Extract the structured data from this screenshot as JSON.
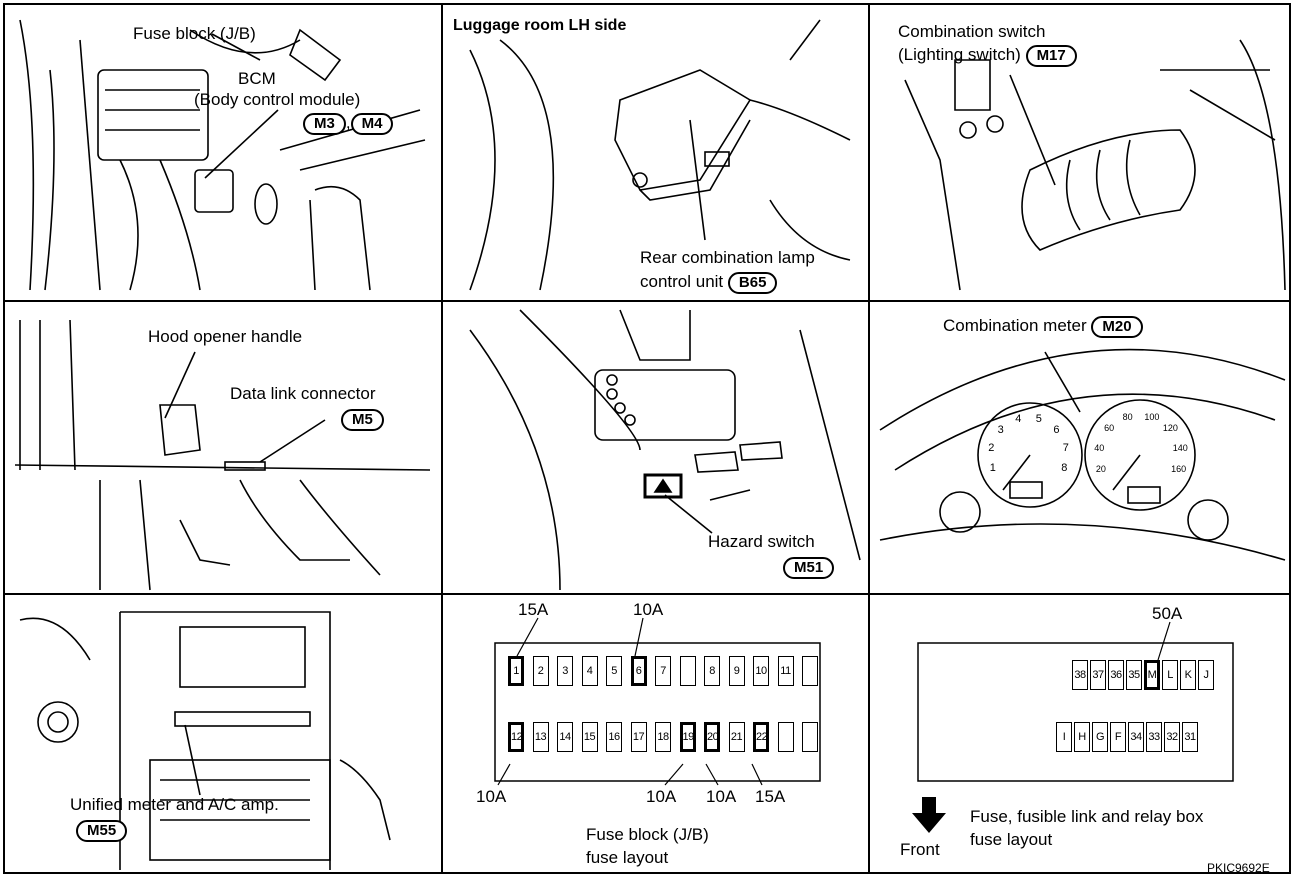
{
  "panels": {
    "fuse_block_bcm": {
      "label_fuse_block": "Fuse block (J/B)",
      "label_bcm": "BCM",
      "label_bcm_full": "(Body control module)",
      "connector_1": "M3",
      "separator": ",",
      "connector_2": "M4"
    },
    "luggage_room": {
      "title": "Luggage room LH side",
      "label_line1": "Rear combination lamp",
      "label_line2": "control unit",
      "connector": "B65"
    },
    "combination_switch": {
      "label_line1": "Combination switch",
      "label_line2": "(Lighting switch)",
      "connector": "M17"
    },
    "hood_data_link": {
      "label_hood": "Hood opener handle",
      "label_dlc": "Data link connector",
      "connector": "M5"
    },
    "hazard": {
      "label": "Hazard switch",
      "connector": "M51"
    },
    "combination_meter": {
      "label": "Combination meter",
      "connector": "M20",
      "tach_ticks": [
        "1",
        "2",
        "3",
        "4",
        "5",
        "6",
        "7",
        "8"
      ],
      "speedo_ticks": [
        "20",
        "40",
        "60",
        "80",
        "100",
        "120",
        "140",
        "160"
      ]
    },
    "unified_meter": {
      "label": "Unified meter and A/C amp.",
      "connector": "M55"
    },
    "jb_fuse_layout": {
      "caption_line1": "Fuse block (J/B)",
      "caption_line2": "fuse layout",
      "top_row": [
        "1",
        "2",
        "3",
        "4",
        "5",
        "6",
        "7",
        "",
        "8",
        "9",
        "10",
        "11",
        ""
      ],
      "bottom_row": [
        "12",
        "13",
        "14",
        "15",
        "16",
        "17",
        "18",
        "19",
        "20",
        "21",
        "22",
        "",
        ""
      ],
      "ratings": {
        "r15a_top": "15A",
        "r10a_top": "10A",
        "r10a_b1": "10A",
        "r10a_b2": "10A",
        "r10a_b3": "10A",
        "r15a_b": "15A"
      }
    },
    "relay_box_layout": {
      "rating": "50A",
      "front_label": "Front",
      "caption_line1": "Fuse, fusible link and relay box",
      "caption_line2": "fuse layout",
      "top_row": [
        "38",
        "37",
        "36",
        "35",
        "M",
        "L",
        "K",
        "J"
      ],
      "bottom_row": [
        "I",
        "H",
        "G",
        "F",
        "34",
        "33",
        "32",
        "31"
      ]
    }
  },
  "figure_id": "PKIC9692E"
}
